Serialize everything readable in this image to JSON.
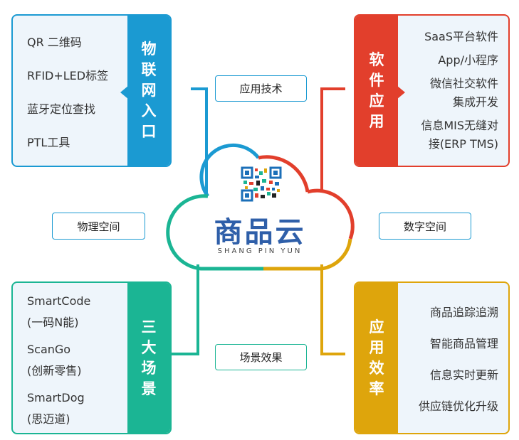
{
  "center": {
    "logo_text": "商品云",
    "logo_subtext": "SHANG PIN YUN"
  },
  "quadrants": {
    "top_left": {
      "title_chars": [
        "物",
        "联",
        "网",
        "入",
        "口"
      ],
      "color": "#1b9ad2",
      "items": [
        "QR 二维码",
        "RFID+LED标签",
        "蓝牙定位查找",
        "PTL工具"
      ]
    },
    "top_right": {
      "title_chars": [
        "软",
        "件",
        "应",
        "用"
      ],
      "color": "#e23f2c",
      "items": [
        "SaaS平台软件",
        "App/小程序",
        "微信社交软件",
        "集成开发",
        "信息MIS无缝对",
        "接(ERP TMS)"
      ]
    },
    "bottom_left": {
      "title_chars": [
        "三",
        "大",
        "场",
        "景"
      ],
      "color": "#1bb594",
      "items": [
        "SmartCode",
        "(一码N能)",
        "ScanGo",
        "(创新零售)",
        "SmartDog",
        "(思迈道)"
      ]
    },
    "bottom_right": {
      "title_chars": [
        "应",
        "用",
        "效",
        "率"
      ],
      "color": "#dea50c",
      "items": [
        "商品追踪追溯",
        "智能商品管理",
        "信息实时更新",
        "供应链优化升级"
      ]
    }
  },
  "tags": {
    "app_tech": "应用技术",
    "physical_space": "物理空间",
    "digital_space": "数字空间",
    "scene_effect": "场景效果"
  }
}
